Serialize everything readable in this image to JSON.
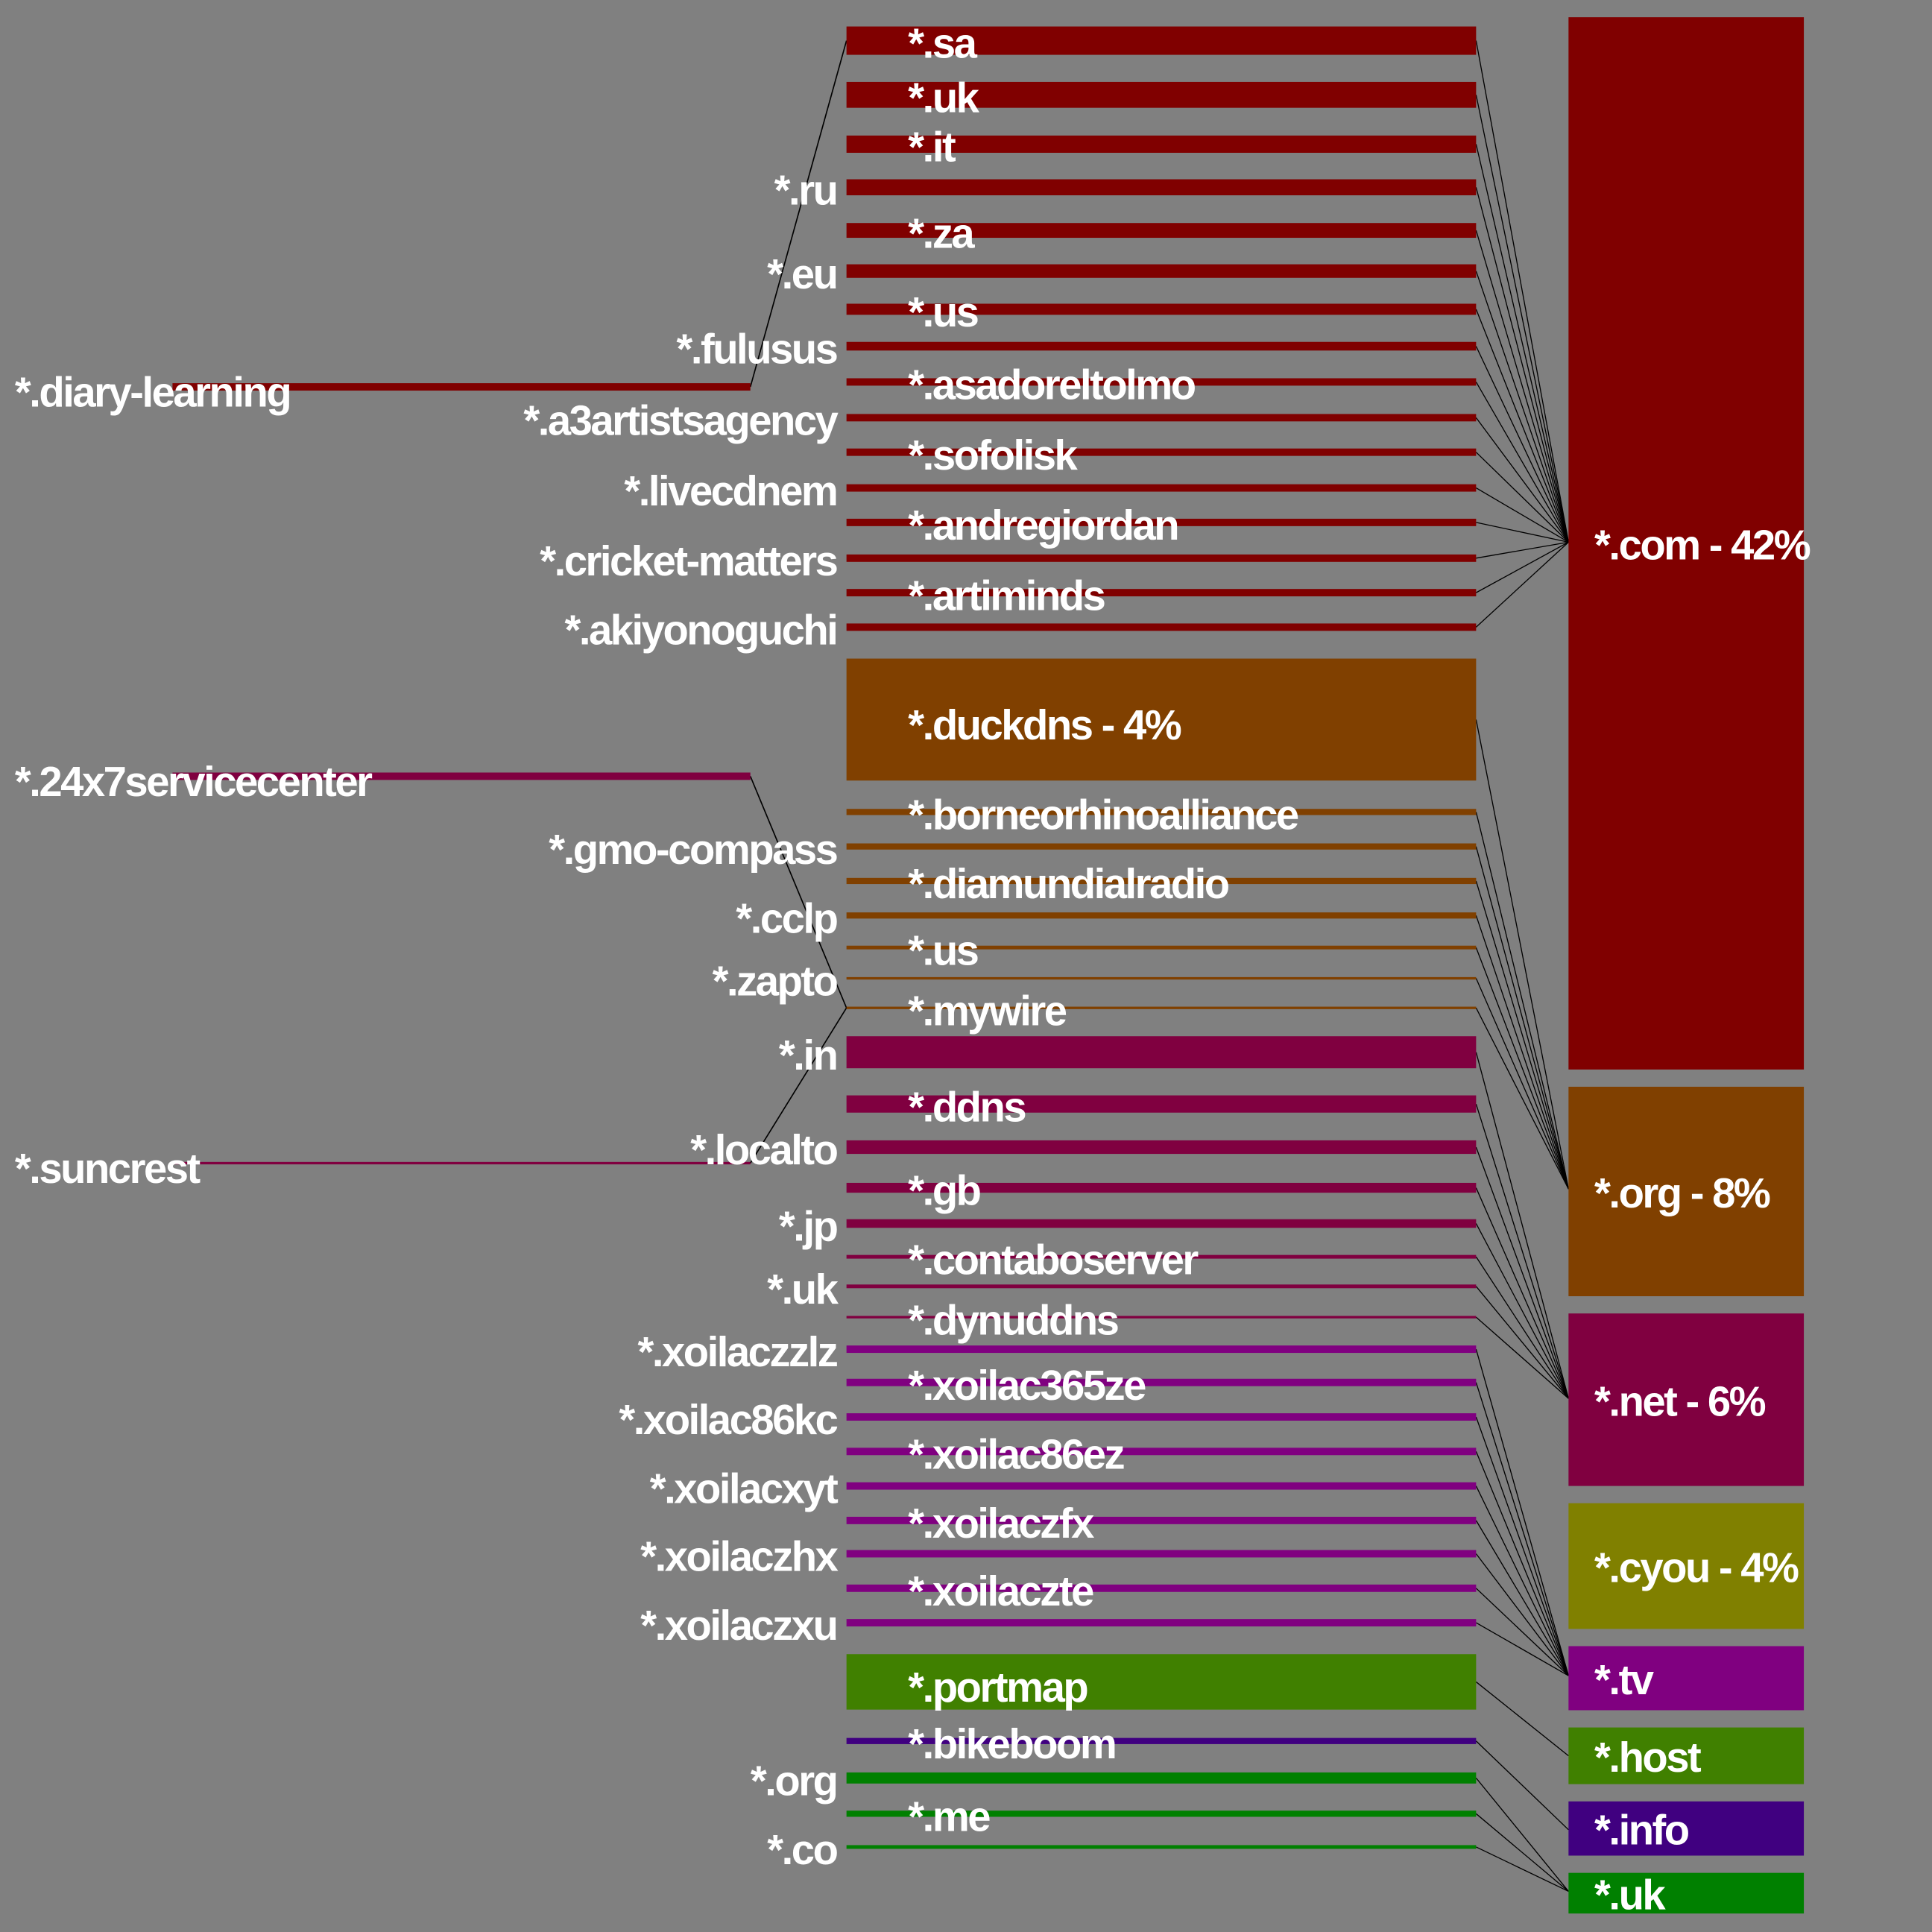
{
  "colors": {
    "com": "#800000",
    "org": "#804000",
    "net": "#800040",
    "cyou": "#808000",
    "tv": "#800080",
    "host": "#408000",
    "info": "#400080",
    "uk": "#008000",
    "background": "#808080",
    "link": "#000000",
    "text": "#ffffff"
  },
  "left_nodes": [
    {
      "label": "*.diary-learning",
      "group": "com",
      "target": 0
    },
    {
      "label": "*.24x7servicecenter",
      "group": "net",
      "target": 23
    },
    {
      "label": "*.suncrest",
      "group": "net",
      "target": 23
    }
  ],
  "middle_nodes": [
    {
      "label": "*.sa",
      "group": "com",
      "weight": 23
    },
    {
      "label": "*.uk",
      "group": "com",
      "weight": 21
    },
    {
      "label": "*.it",
      "group": "com",
      "weight": 14
    },
    {
      "label": "*.ru",
      "group": "com",
      "weight": 13
    },
    {
      "label": "*.za",
      "group": "com",
      "weight": 12
    },
    {
      "label": "*.eu",
      "group": "com",
      "weight": 11
    },
    {
      "label": "*.us",
      "group": "com",
      "weight": 9
    },
    {
      "label": "*.fulusus",
      "group": "com",
      "weight": 7
    },
    {
      "label": "*.asadoreltolmo",
      "group": "com",
      "weight": 6
    },
    {
      "label": "*.a3artistsagency",
      "group": "com",
      "weight": 6
    },
    {
      "label": "*.sofolisk",
      "group": "com",
      "weight": 6
    },
    {
      "label": "*.livecdnem",
      "group": "com",
      "weight": 6
    },
    {
      "label": "*.andregiordan",
      "group": "com",
      "weight": 6
    },
    {
      "label": "*.cricket-matters",
      "group": "com",
      "weight": 6
    },
    {
      "label": "*.artiminds",
      "group": "com",
      "weight": 6
    },
    {
      "label": "*.akiyonoguchi",
      "group": "com",
      "weight": 6
    },
    {
      "label": "*.duckdns - 4%",
      "group": "org",
      "weight": 99
    },
    {
      "label": "*.borneorhinoalliance",
      "group": "org",
      "weight": 5
    },
    {
      "label": "*.gmo-compass",
      "group": "org",
      "weight": 5
    },
    {
      "label": "*.diamundialradio",
      "group": "org",
      "weight": 5
    },
    {
      "label": "*.cclp",
      "group": "org",
      "weight": 5
    },
    {
      "label": "*.us",
      "group": "org",
      "weight": 3
    },
    {
      "label": "*.zapto",
      "group": "org",
      "weight": 2
    },
    {
      "label": "*.mywire",
      "group": "org",
      "weight": 2
    },
    {
      "label": "*.in",
      "group": "net",
      "weight": 26
    },
    {
      "label": "*.ddns",
      "group": "net",
      "weight": 14
    },
    {
      "label": "*.localto",
      "group": "net",
      "weight": 11
    },
    {
      "label": "*.gb",
      "group": "net",
      "weight": 8
    },
    {
      "label": "*.jp",
      "group": "net",
      "weight": 7
    },
    {
      "label": "*.contaboserver",
      "group": "net",
      "weight": 3
    },
    {
      "label": "*.uk",
      "group": "net",
      "weight": 3
    },
    {
      "label": "*.dynuddns",
      "group": "net",
      "weight": 2
    },
    {
      "label": "*.xoilaczzlz",
      "group": "tv",
      "weight": 6
    },
    {
      "label": "*.xoilac365ze",
      "group": "tv",
      "weight": 6
    },
    {
      "label": "*.xoilac86kc",
      "group": "tv",
      "weight": 6
    },
    {
      "label": "*.xoilac86ez",
      "group": "tv",
      "weight": 6
    },
    {
      "label": "*.xoilacxyt",
      "group": "tv",
      "weight": 6
    },
    {
      "label": "*.xoilaczfx",
      "group": "tv",
      "weight": 6
    },
    {
      "label": "*.xoilaczhx",
      "group": "tv",
      "weight": 6
    },
    {
      "label": "*.xoilaczte",
      "group": "tv",
      "weight": 6
    },
    {
      "label": "*.xoilaczxu",
      "group": "tv",
      "weight": 6
    },
    {
      "label": "*.portmap",
      "group": "host",
      "weight": 45
    },
    {
      "label": "*.bikeboom",
      "group": "info",
      "weight": 5
    },
    {
      "label": "*.org",
      "group": "uk",
      "weight": 9
    },
    {
      "label": "*.me",
      "group": "uk",
      "weight": 5
    },
    {
      "label": "*.co",
      "group": "uk",
      "weight": 3
    }
  ],
  "right_nodes": [
    {
      "key": "com",
      "label": "*.com - 42%"
    },
    {
      "key": "org",
      "label": "*.org - 8%"
    },
    {
      "key": "net",
      "label": "*.net - 6%"
    },
    {
      "key": "cyou",
      "label": "*.cyou - 4%"
    },
    {
      "key": "tv",
      "label": "*.tv"
    },
    {
      "key": "host",
      "label": "*.host"
    },
    {
      "key": "info",
      "label": "*.info"
    },
    {
      "key": "uk",
      "label": "*.uk"
    }
  ]
}
